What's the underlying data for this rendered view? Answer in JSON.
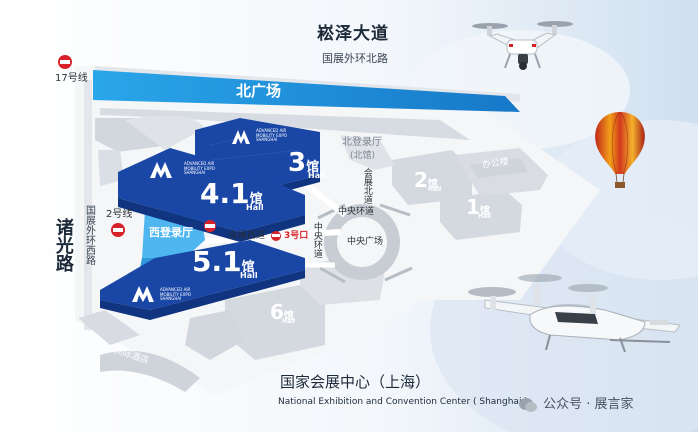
{
  "colors": {
    "hall_blue": "#1a47a6",
    "hall_blue_dark": "#10347f",
    "plaza_blue": "#2a9fe2",
    "gray_building": "#d9dde3",
    "road_gray": "#c3c8cf",
    "metro_red": "#d8222a",
    "sky_light": "#eef4fa"
  },
  "roads": {
    "songze": "崧泽大道",
    "ring_north": "国展外环北路",
    "zhuguang": "诸光路",
    "ring_west": "国展外环西路",
    "north_entrance": "北登录厅",
    "north_entrance_sub": "(北馆)",
    "huizhan_north": "会展北道",
    "central_ring": "中央环道",
    "central_plaza": "中央广场",
    "huizhan_west": "会展西道",
    "central_ring_2": "中央环道"
  },
  "metro": {
    "line17": "17号线",
    "line2": "2号线",
    "exit3": "3号口"
  },
  "areas": {
    "north_plaza": "北广场",
    "west_entrance": "西登录厅",
    "office_building": "办公楼",
    "hotel": "洲际酒店"
  },
  "halls": [
    {
      "id": "hall-3",
      "num": "3",
      "guan": "馆",
      "hall": "Hall",
      "logo_text": "ADVANCED AIR MOBILITY EXPO SHANGHAI"
    },
    {
      "id": "hall-4-1",
      "num": "4.1",
      "guan": "馆",
      "hall": "Hall",
      "logo_text": "ADVANCED AIR MOBILITY EXPO SHANGHAI"
    },
    {
      "id": "hall-5-1",
      "num": "5.1",
      "guan": "馆",
      "hall": "Hall",
      "logo_text": "ADVANCED AIR MOBILITY EXPO SHANGHAI"
    }
  ],
  "gray_halls": [
    {
      "id": "hall-2",
      "num": "2",
      "guan": "馆",
      "hall": "Hall"
    },
    {
      "id": "hall-1",
      "num": "1",
      "guan": "馆",
      "hall": "Hall"
    },
    {
      "id": "hall-6",
      "num": "6",
      "guan": "馆",
      "hall": "Hall"
    }
  ],
  "footer": {
    "title_cn": "国家会展中心（上海）",
    "title_en": "National Exhibition and Convention Center ( Shanghai )",
    "watermark": "公众号 · 展言家"
  },
  "icons": [
    "metro-icon",
    "drone-icon",
    "hot-air-balloon-icon",
    "evtol-aircraft-icon",
    "wechat-icon",
    "expo-logo-icon"
  ]
}
